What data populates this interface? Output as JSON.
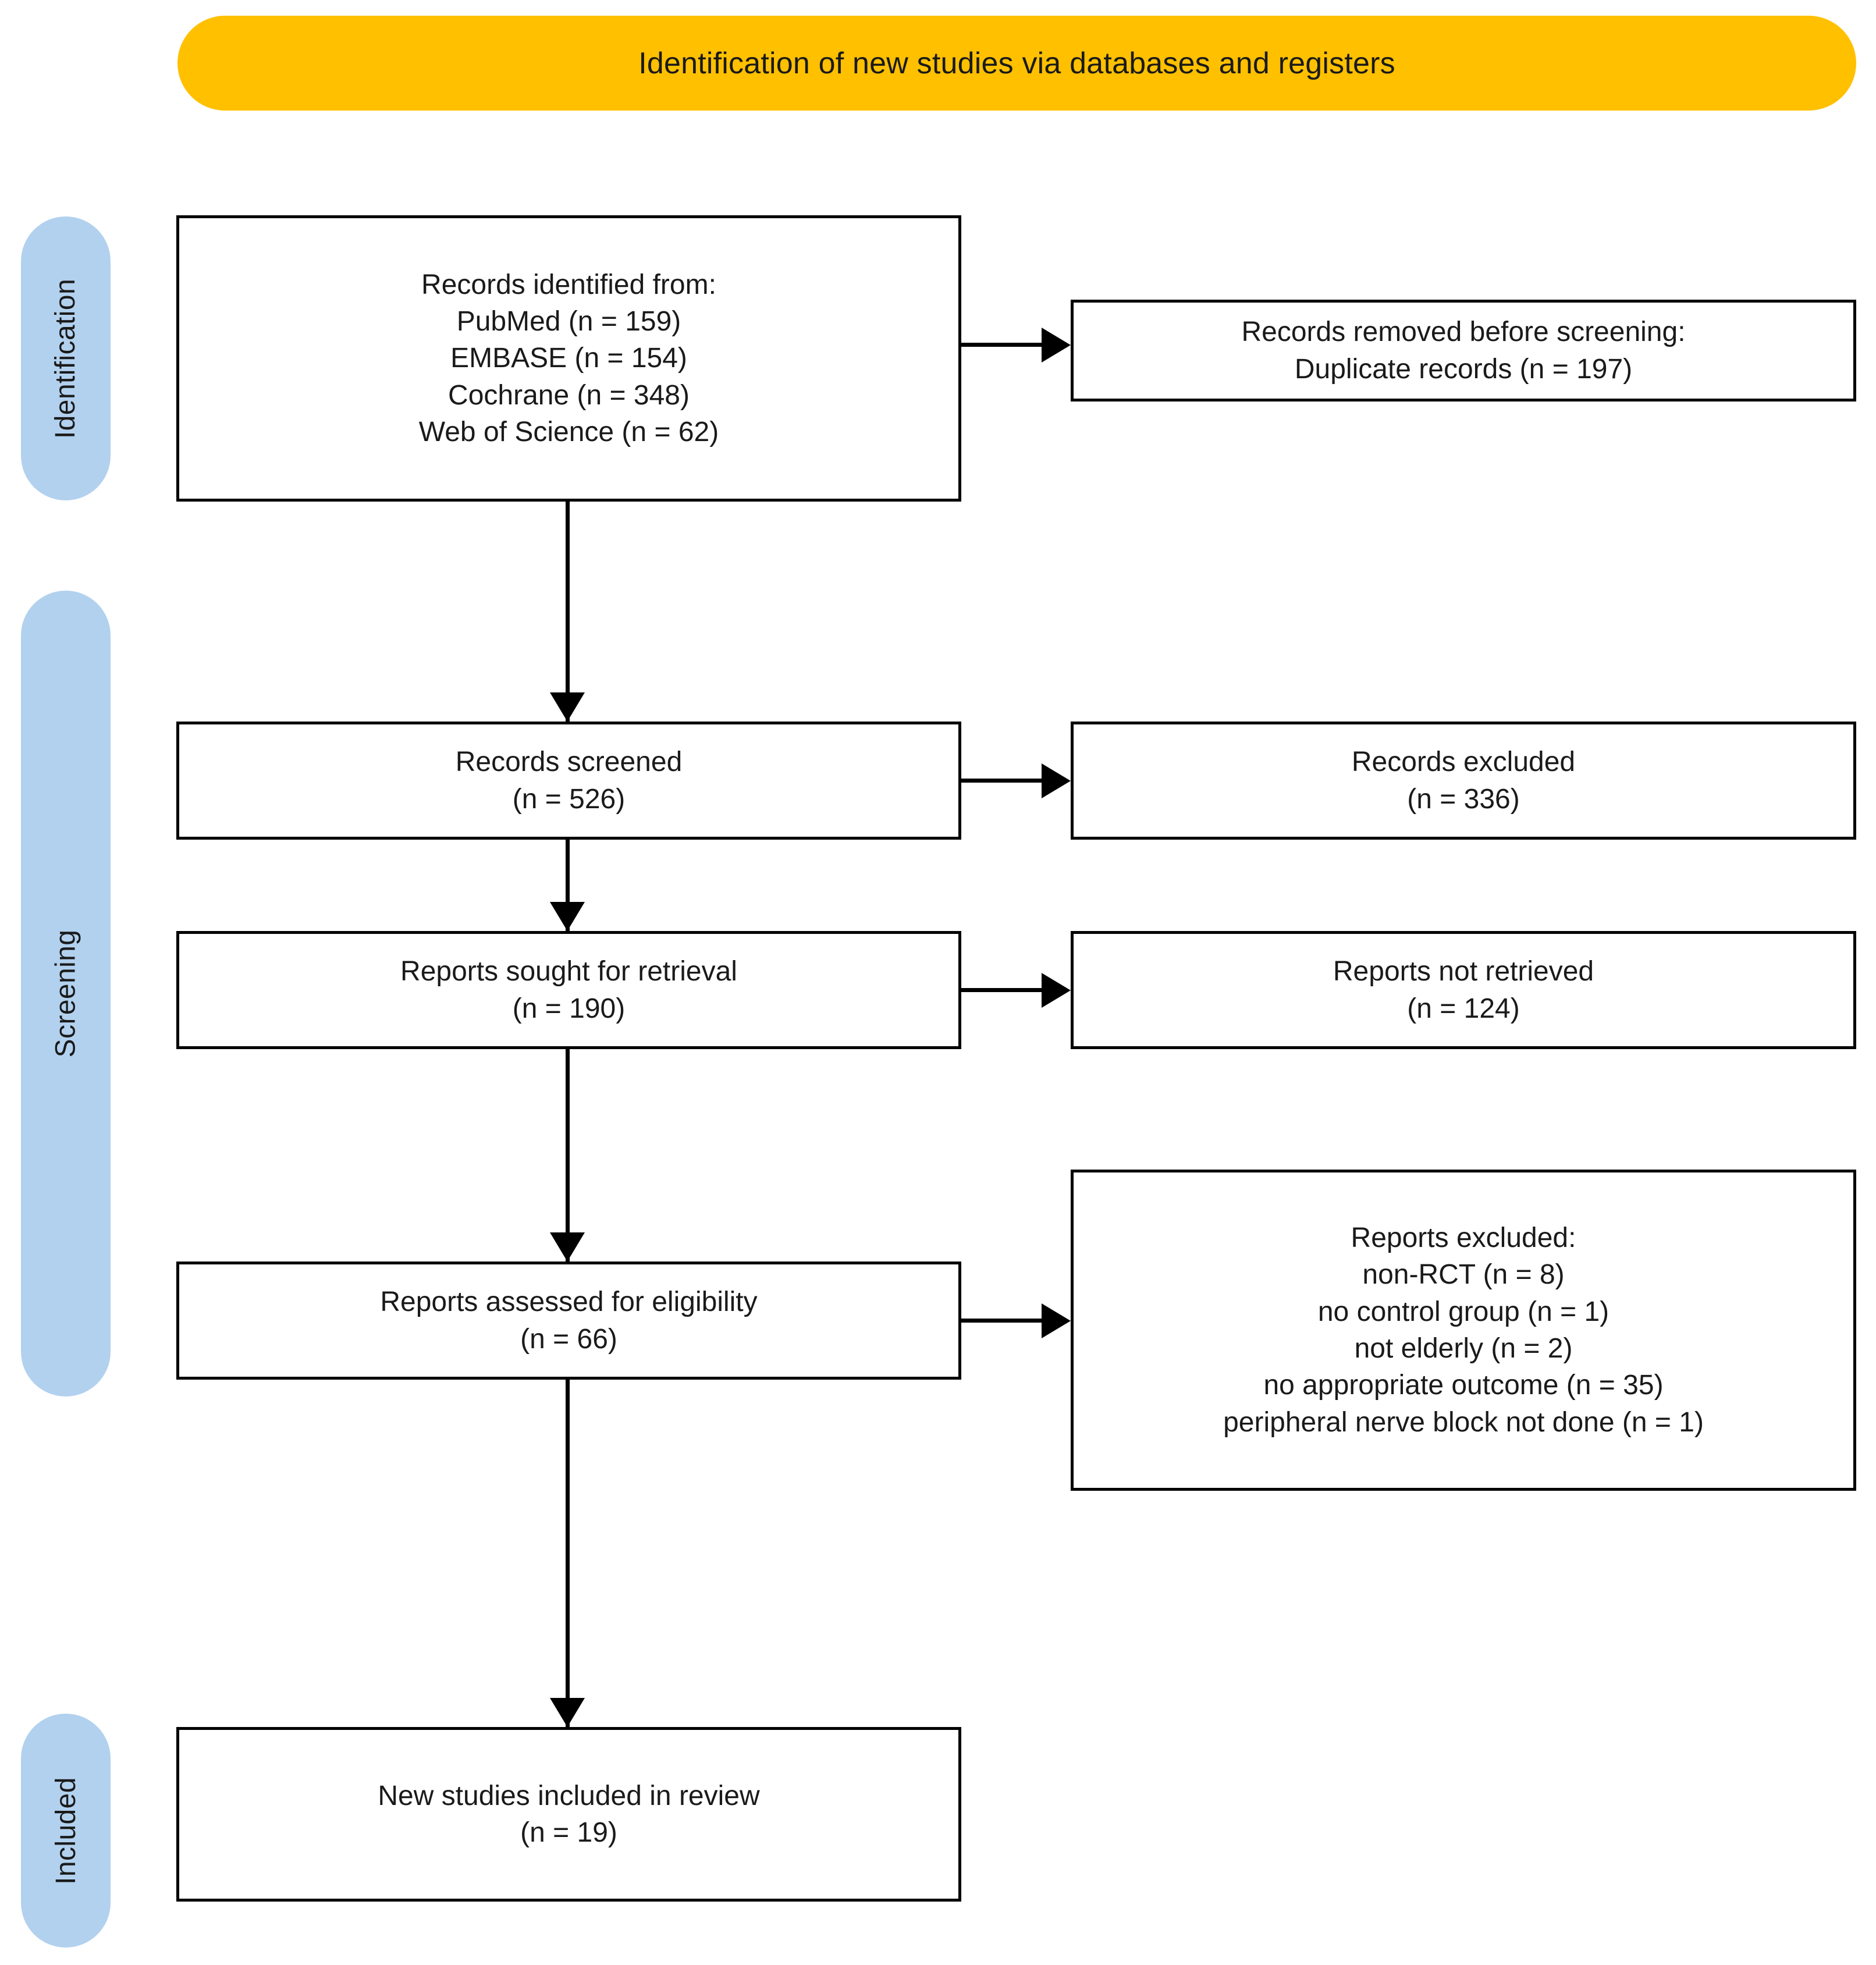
{
  "banner": {
    "title": "Identification of new studies via databases and registers",
    "color": "#ffc000"
  },
  "stages": {
    "color": "#b2d1ef",
    "identification": "Identification",
    "screening": "Screening",
    "included": "Included"
  },
  "boxes": {
    "identified": {
      "lines": [
        "Records identified from:",
        "PubMed (n =  159)",
        "EMBASE (n =  154)",
        "Cochrane (n =  348)",
        "Web of Science (n =  62)"
      ]
    },
    "removed": {
      "lines": [
        "Records removed before screening:",
        "Duplicate records (n = 197)"
      ]
    },
    "screened": {
      "lines": [
        "Records screened",
        "(n = 526)"
      ]
    },
    "records_excluded": {
      "lines": [
        "Records excluded",
        "(n = 336)"
      ]
    },
    "sought": {
      "lines": [
        "Reports sought for retrieval",
        "(n = 190)"
      ]
    },
    "not_retrieved": {
      "lines": [
        "Reports not retrieved",
        "(n = 124)"
      ]
    },
    "eligibility": {
      "lines": [
        "Reports assessed for eligibility",
        "(n = 66)"
      ]
    },
    "reports_excluded": {
      "lines": [
        "Reports excluded:",
        "non-RCT (n =  8)",
        "no control group (n =  1)",
        "not elderly (n =  2)",
        "no appropriate outcome (n = 35)",
        "peripheral nerve block not done (n =  1)"
      ]
    },
    "included": {
      "lines": [
        "New studies included in review",
        "(n = 19)"
      ]
    }
  }
}
